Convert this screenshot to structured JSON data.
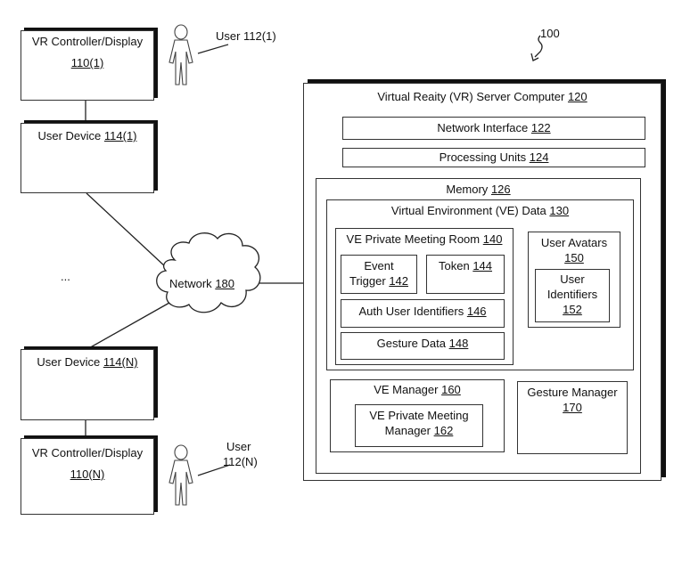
{
  "figure_ref": "100",
  "vr_display_1": {
    "label": "VR Controller/Display",
    "ref": "110(1)"
  },
  "user_1": {
    "label": "User 112(1)"
  },
  "user_device_1": {
    "label": "User Device",
    "ref": "114(1)"
  },
  "ellipsis": "...",
  "network": {
    "label": "Network",
    "ref": "180"
  },
  "user_device_n": {
    "label": "User Device",
    "ref": "114(N)"
  },
  "vr_display_n": {
    "label": "VR Controller/Display",
    "ref": "110(N)"
  },
  "user_n": {
    "label_line1": "User",
    "label_line2": "112(N)"
  },
  "server": {
    "label": "Virtual Reaity (VR) Server Computer",
    "ref": "120"
  },
  "network_interface": {
    "label": "Network Interface",
    "ref": "122"
  },
  "processing_units": {
    "label": "Processing Units",
    "ref": "124"
  },
  "memory": {
    "label": "Memory",
    "ref": "126"
  },
  "ve_data": {
    "label": "Virtual Environment (VE) Data",
    "ref": "130"
  },
  "private_room": {
    "label": "VE Private Meeting Room",
    "ref": "140"
  },
  "event_trigger": {
    "line1": "Event",
    "line2": "Trigger",
    "ref": "142"
  },
  "token": {
    "label": "Token",
    "ref": "144"
  },
  "auth_ids": {
    "label": "Auth User Identifiers",
    "ref": "146"
  },
  "gesture_data": {
    "label": "Gesture Data",
    "ref": "148"
  },
  "user_avatars": {
    "label": "User Avatars",
    "ref": "150"
  },
  "user_identifiers": {
    "line1": "User",
    "line2": "Identifiers",
    "ref": "152"
  },
  "ve_manager": {
    "label": "VE Manager",
    "ref": "160"
  },
  "private_meeting_manager": {
    "line1": "VE Private Meeting",
    "line2": "Manager",
    "ref": "162"
  },
  "gesture_manager": {
    "label": "Gesture Manager",
    "ref": "170"
  }
}
